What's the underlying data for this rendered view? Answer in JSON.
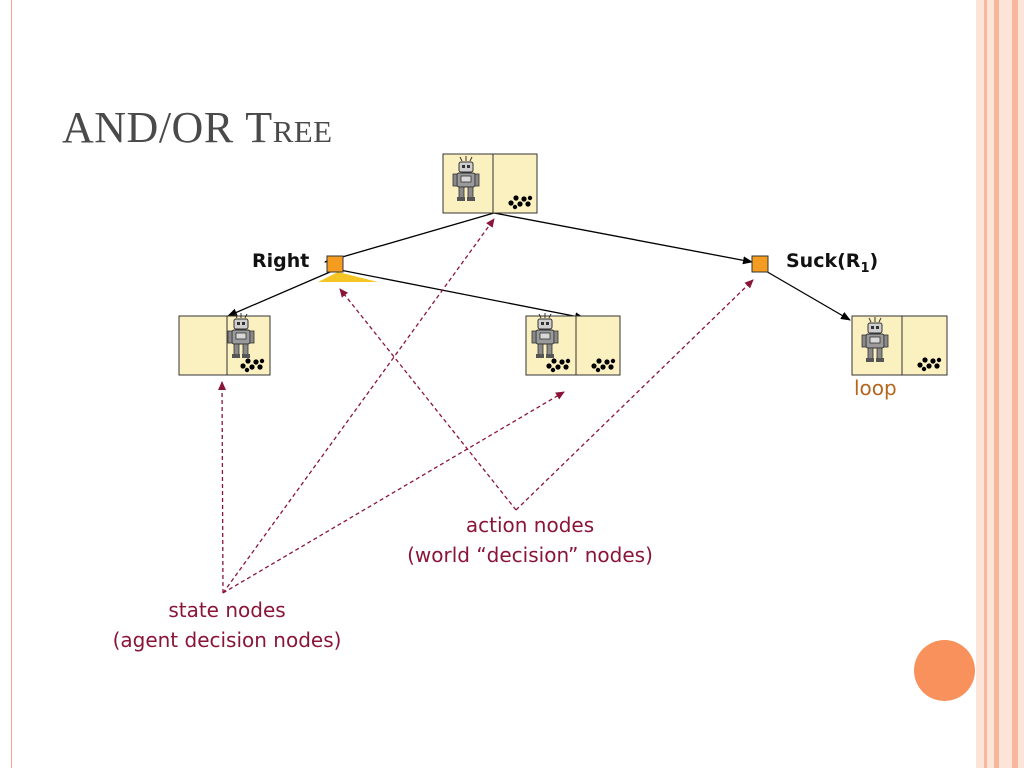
{
  "title": {
    "main": "AND/OR",
    "small_caps": "Tree"
  },
  "action_nodes": {
    "right": "Right",
    "suck_prefix": "Suck(R",
    "suck_sub": "1",
    "suck_suffix": ")"
  },
  "annotations": {
    "action_line1": "action nodes",
    "action_line2": "(world “decision” nodes)",
    "state_line1": "state nodes",
    "state_line2": "(agent decision nodes)",
    "loop": "loop"
  },
  "colors": {
    "action_node_fill": "#f39c1f",
    "state_cell_fill": "#fbf0bf",
    "annotation_arrow": "#8a1538",
    "tree_edge": "#000000",
    "decoration_circle": "#f8915c"
  }
}
